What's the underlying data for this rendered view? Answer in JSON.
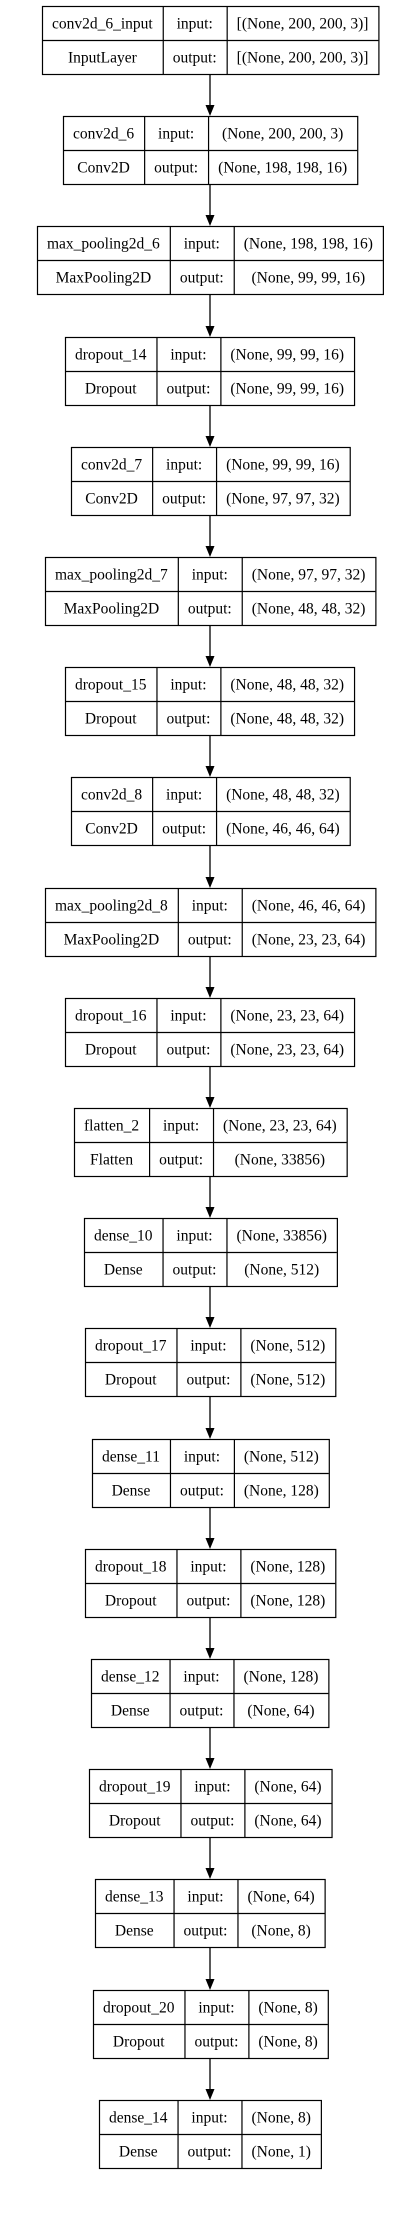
{
  "labels": {
    "input": "input:",
    "output": "output:"
  },
  "layers": [
    {
      "name": "conv2d_6_input",
      "type": "InputLayer",
      "input": "[(None, 200, 200, 3)]",
      "output": "[(None, 200, 200, 3)]"
    },
    {
      "name": "conv2d_6",
      "type": "Conv2D",
      "input": "(None, 200, 200, 3)",
      "output": "(None, 198, 198, 16)"
    },
    {
      "name": "max_pooling2d_6",
      "type": "MaxPooling2D",
      "input": "(None, 198, 198, 16)",
      "output": "(None, 99, 99, 16)"
    },
    {
      "name": "dropout_14",
      "type": "Dropout",
      "input": "(None, 99, 99, 16)",
      "output": "(None, 99, 99, 16)"
    },
    {
      "name": "conv2d_7",
      "type": "Conv2D",
      "input": "(None, 99, 99, 16)",
      "output": "(None, 97, 97, 32)"
    },
    {
      "name": "max_pooling2d_7",
      "type": "MaxPooling2D",
      "input": "(None, 97, 97, 32)",
      "output": "(None, 48, 48, 32)"
    },
    {
      "name": "dropout_15",
      "type": "Dropout",
      "input": "(None, 48, 48, 32)",
      "output": "(None, 48, 48, 32)"
    },
    {
      "name": "conv2d_8",
      "type": "Conv2D",
      "input": "(None, 48, 48, 32)",
      "output": "(None, 46, 46, 64)"
    },
    {
      "name": "max_pooling2d_8",
      "type": "MaxPooling2D",
      "input": "(None, 46, 46, 64)",
      "output": "(None, 23, 23, 64)"
    },
    {
      "name": "dropout_16",
      "type": "Dropout",
      "input": "(None, 23, 23, 64)",
      "output": "(None, 23, 23, 64)"
    },
    {
      "name": "flatten_2",
      "type": "Flatten",
      "input": "(None, 23, 23, 64)",
      "output": "(None, 33856)"
    },
    {
      "name": "dense_10",
      "type": "Dense",
      "input": "(None, 33856)",
      "output": "(None, 512)"
    },
    {
      "name": "dropout_17",
      "type": "Dropout",
      "input": "(None, 512)",
      "output": "(None, 512)"
    },
    {
      "name": "dense_11",
      "type": "Dense",
      "input": "(None, 512)",
      "output": "(None, 128)"
    },
    {
      "name": "dropout_18",
      "type": "Dropout",
      "input": "(None, 128)",
      "output": "(None, 128)"
    },
    {
      "name": "dense_12",
      "type": "Dense",
      "input": "(None, 128)",
      "output": "(None, 64)"
    },
    {
      "name": "dropout_19",
      "type": "Dropout",
      "input": "(None, 64)",
      "output": "(None, 64)"
    },
    {
      "name": "dense_13",
      "type": "Dense",
      "input": "(None, 64)",
      "output": "(None, 8)"
    },
    {
      "name": "dropout_20",
      "type": "Dropout",
      "input": "(None, 8)",
      "output": "(None, 8)"
    },
    {
      "name": "dense_14",
      "type": "Dense",
      "input": "(None, 8)",
      "output": "(None, 1)"
    }
  ]
}
